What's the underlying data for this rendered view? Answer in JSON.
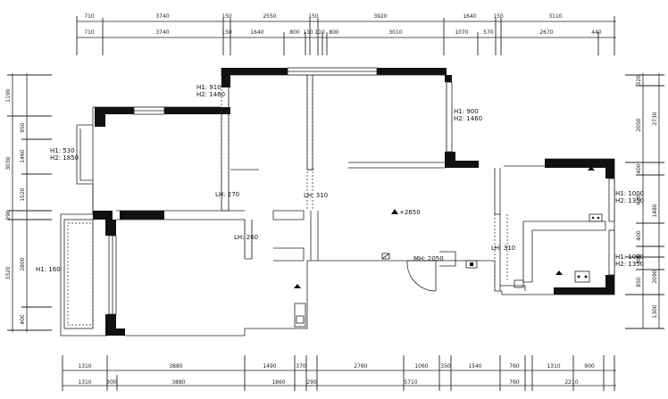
{
  "dimensions": {
    "top_row1": [
      "710",
      "3740",
      "150",
      "2550",
      "150",
      "3920",
      "1640",
      "150",
      "3110"
    ],
    "top_row2": [
      "710",
      "3740",
      "150",
      "1640",
      "800",
      "110",
      "110",
      "800",
      "3010",
      "1070",
      "570",
      "2670",
      "440"
    ],
    "bottom_row1": [
      "1310",
      "3880",
      "1490",
      "370",
      "2760",
      "1060",
      "350",
      "1540",
      "760",
      "1310",
      "900"
    ],
    "bottom_row2": [
      "1310",
      "300",
      "3880",
      "1860",
      "290",
      "5710",
      "760",
      "2210"
    ],
    "left_col1": [
      "1190",
      "3030",
      "290",
      "3320"
    ],
    "left_col2": [
      "950",
      "1460",
      "1020",
      "2800",
      "400"
    ],
    "right_col1": [
      "2730",
      "1480",
      "2090",
      "1300"
    ],
    "right_col2": [
      "320",
      "2050",
      "400",
      "910",
      "400",
      "300",
      "850"
    ]
  },
  "labels": {
    "win_top_left": "H1: 910\nH2: 1460",
    "win_top_right": "H1: 900\nH2: 1460",
    "win_left": "H1: 530\nH2: 1850",
    "win_right1": "H1: 1000\nH2: 1350",
    "win_right2": "H1: 1000\nH2: 1350",
    "win_bottom_left": "H1: 160",
    "lh_270": "LH: 270",
    "lh_310a": "LH: 310",
    "lh_260": "LH: 260",
    "lh_310b": "LH: 310",
    "level": "+2650",
    "door_height": "MH: 2050"
  }
}
